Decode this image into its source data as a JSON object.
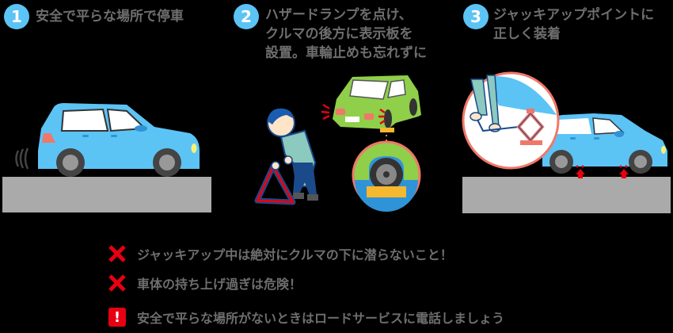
{
  "steps": [
    {
      "number": "1",
      "title": "安全で平らな場所で停車"
    },
    {
      "number": "2",
      "title": "ハザードランプを点け、\nクルマの後方に表示板を\n設置。車輪止めも忘れずに"
    },
    {
      "number": "3",
      "title": "ジャッキアップポイントに\n正しく装着"
    }
  ],
  "notes": [
    {
      "icon": "cross-icon",
      "text": "ジャッキアップ中は絶対にクルマの下に潜らないこと！"
    },
    {
      "icon": "cross-icon",
      "text": "車体の持ち上げ過ぎは危険！"
    },
    {
      "icon": "exclamation-icon",
      "symbol": "!",
      "text": "安全で平らな場所がないときはロードサービスに電話しましょう"
    }
  ],
  "colors": {
    "step_badge": "#5cc3f5",
    "title_text": "#6e6e6e",
    "car_blue": "#5cc3f5",
    "car_green": "#8fcf4a",
    "ground": "#aaaaaa",
    "warning_red": "#e60012",
    "circle_border": "#f07868"
  }
}
